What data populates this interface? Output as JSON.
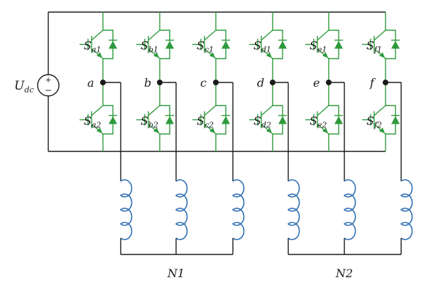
{
  "source": {
    "label": "U",
    "sub": "dc",
    "plus": "+",
    "minus": "−"
  },
  "legs": [
    {
      "node": "a",
      "top": {
        "sym": "S",
        "sub": "a1"
      },
      "bottom": {
        "sym": "S",
        "sub": "a2"
      }
    },
    {
      "node": "b",
      "top": {
        "sym": "S",
        "sub": "b1"
      },
      "bottom": {
        "sym": "S",
        "sub": "b2"
      }
    },
    {
      "node": "c",
      "top": {
        "sym": "S",
        "sub": "c1"
      },
      "bottom": {
        "sym": "S",
        "sub": "c2"
      }
    },
    {
      "node": "d",
      "top": {
        "sym": "S",
        "sub": "d1"
      },
      "bottom": {
        "sym": "S",
        "sub": "d2"
      }
    },
    {
      "node": "e",
      "top": {
        "sym": "S",
        "sub": "e1"
      },
      "bottom": {
        "sym": "S",
        "sub": "e2"
      }
    },
    {
      "node": "f",
      "top": {
        "sym": "S",
        "sub": "f1"
      },
      "bottom": {
        "sym": "S",
        "sub": "f2"
      }
    }
  ],
  "neutrals": [
    "N1",
    "N2"
  ],
  "colors": {
    "switch": "#2e9a3c",
    "coil": "#2f6fb5",
    "wire": "#1a1a1a"
  }
}
